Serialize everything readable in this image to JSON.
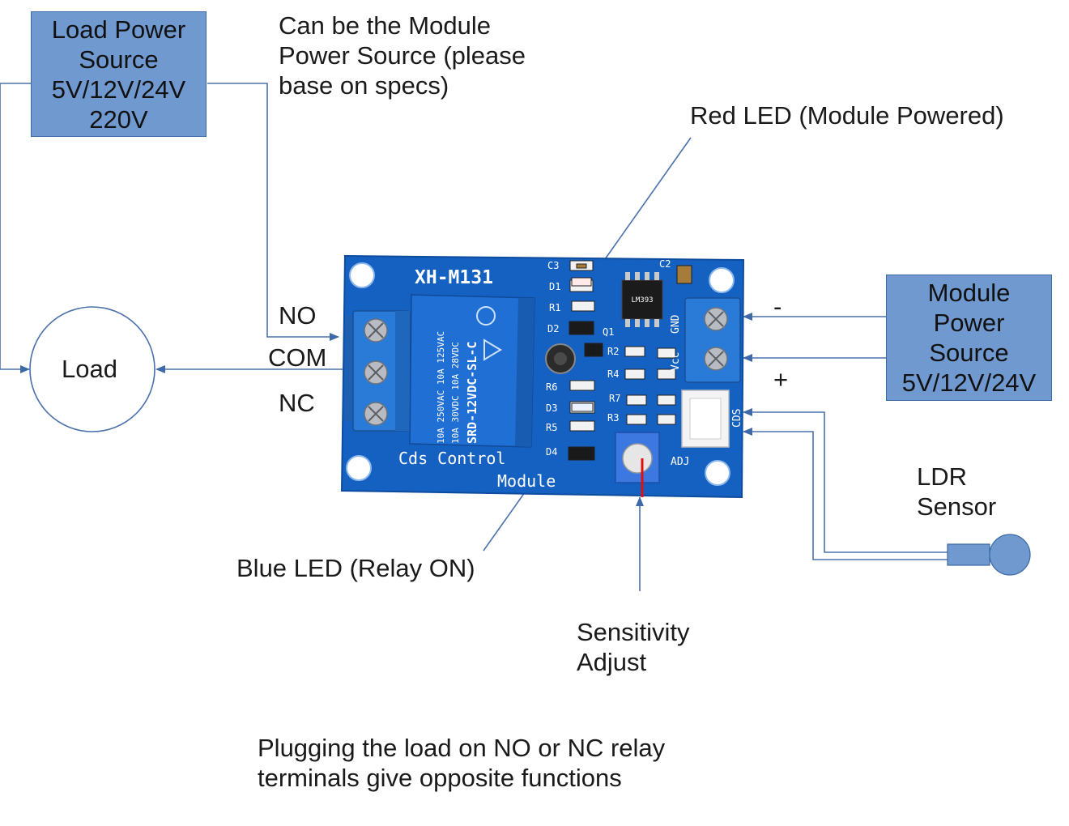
{
  "boxes": {
    "load_power_source": "Load Power\nSource\n5V/12V/24V\n220V",
    "module_power_source": "Module\nPower\nSource\n5V/12V/24V"
  },
  "load": {
    "label": "Load"
  },
  "terminals": {
    "no": "NO",
    "com": "COM",
    "nc": "NC"
  },
  "annotations": {
    "module_power_note": "Can be the Module\nPower Source (please\nbase on specs)",
    "red_led": "Red LED (Module Powered)",
    "blue_led": "Blue LED (Relay ON)",
    "sensitivity": "Sensitivity\nAdjust",
    "ldr_sensor": "LDR\nSensor",
    "minus": "-",
    "plus": "+",
    "footer": "Plugging the load on NO or NC relay\nterminals give opposite functions"
  },
  "pcb": {
    "model": "XH-M131",
    "caption_line1": "Cds Control",
    "caption_line2": "Module",
    "relay_lines": [
      "10A 250VAC 10A 125VAC",
      "10A 30VDC 10A 28VDC",
      "SRD-12VDC-SL-C"
    ],
    "component_labels": [
      "C3",
      "D1",
      "R1",
      "D2",
      "Q1",
      "R2",
      "R4",
      "R6",
      "D3",
      "R5",
      "D4",
      "R7",
      "R3",
      "C2"
    ],
    "pin_labels": [
      "GND",
      "Vcc",
      "CDS",
      "ADJ"
    ],
    "ic_text": "LM393"
  },
  "colors": {
    "box_fill": "#6f99cf",
    "box_border": "#3c6aa6",
    "wire": "#4a70ad",
    "pcb": "#1561c2",
    "terminal": "#2a7bd8",
    "relay": "#1f6fd4",
    "trimmer_mark": "#e01010"
  }
}
